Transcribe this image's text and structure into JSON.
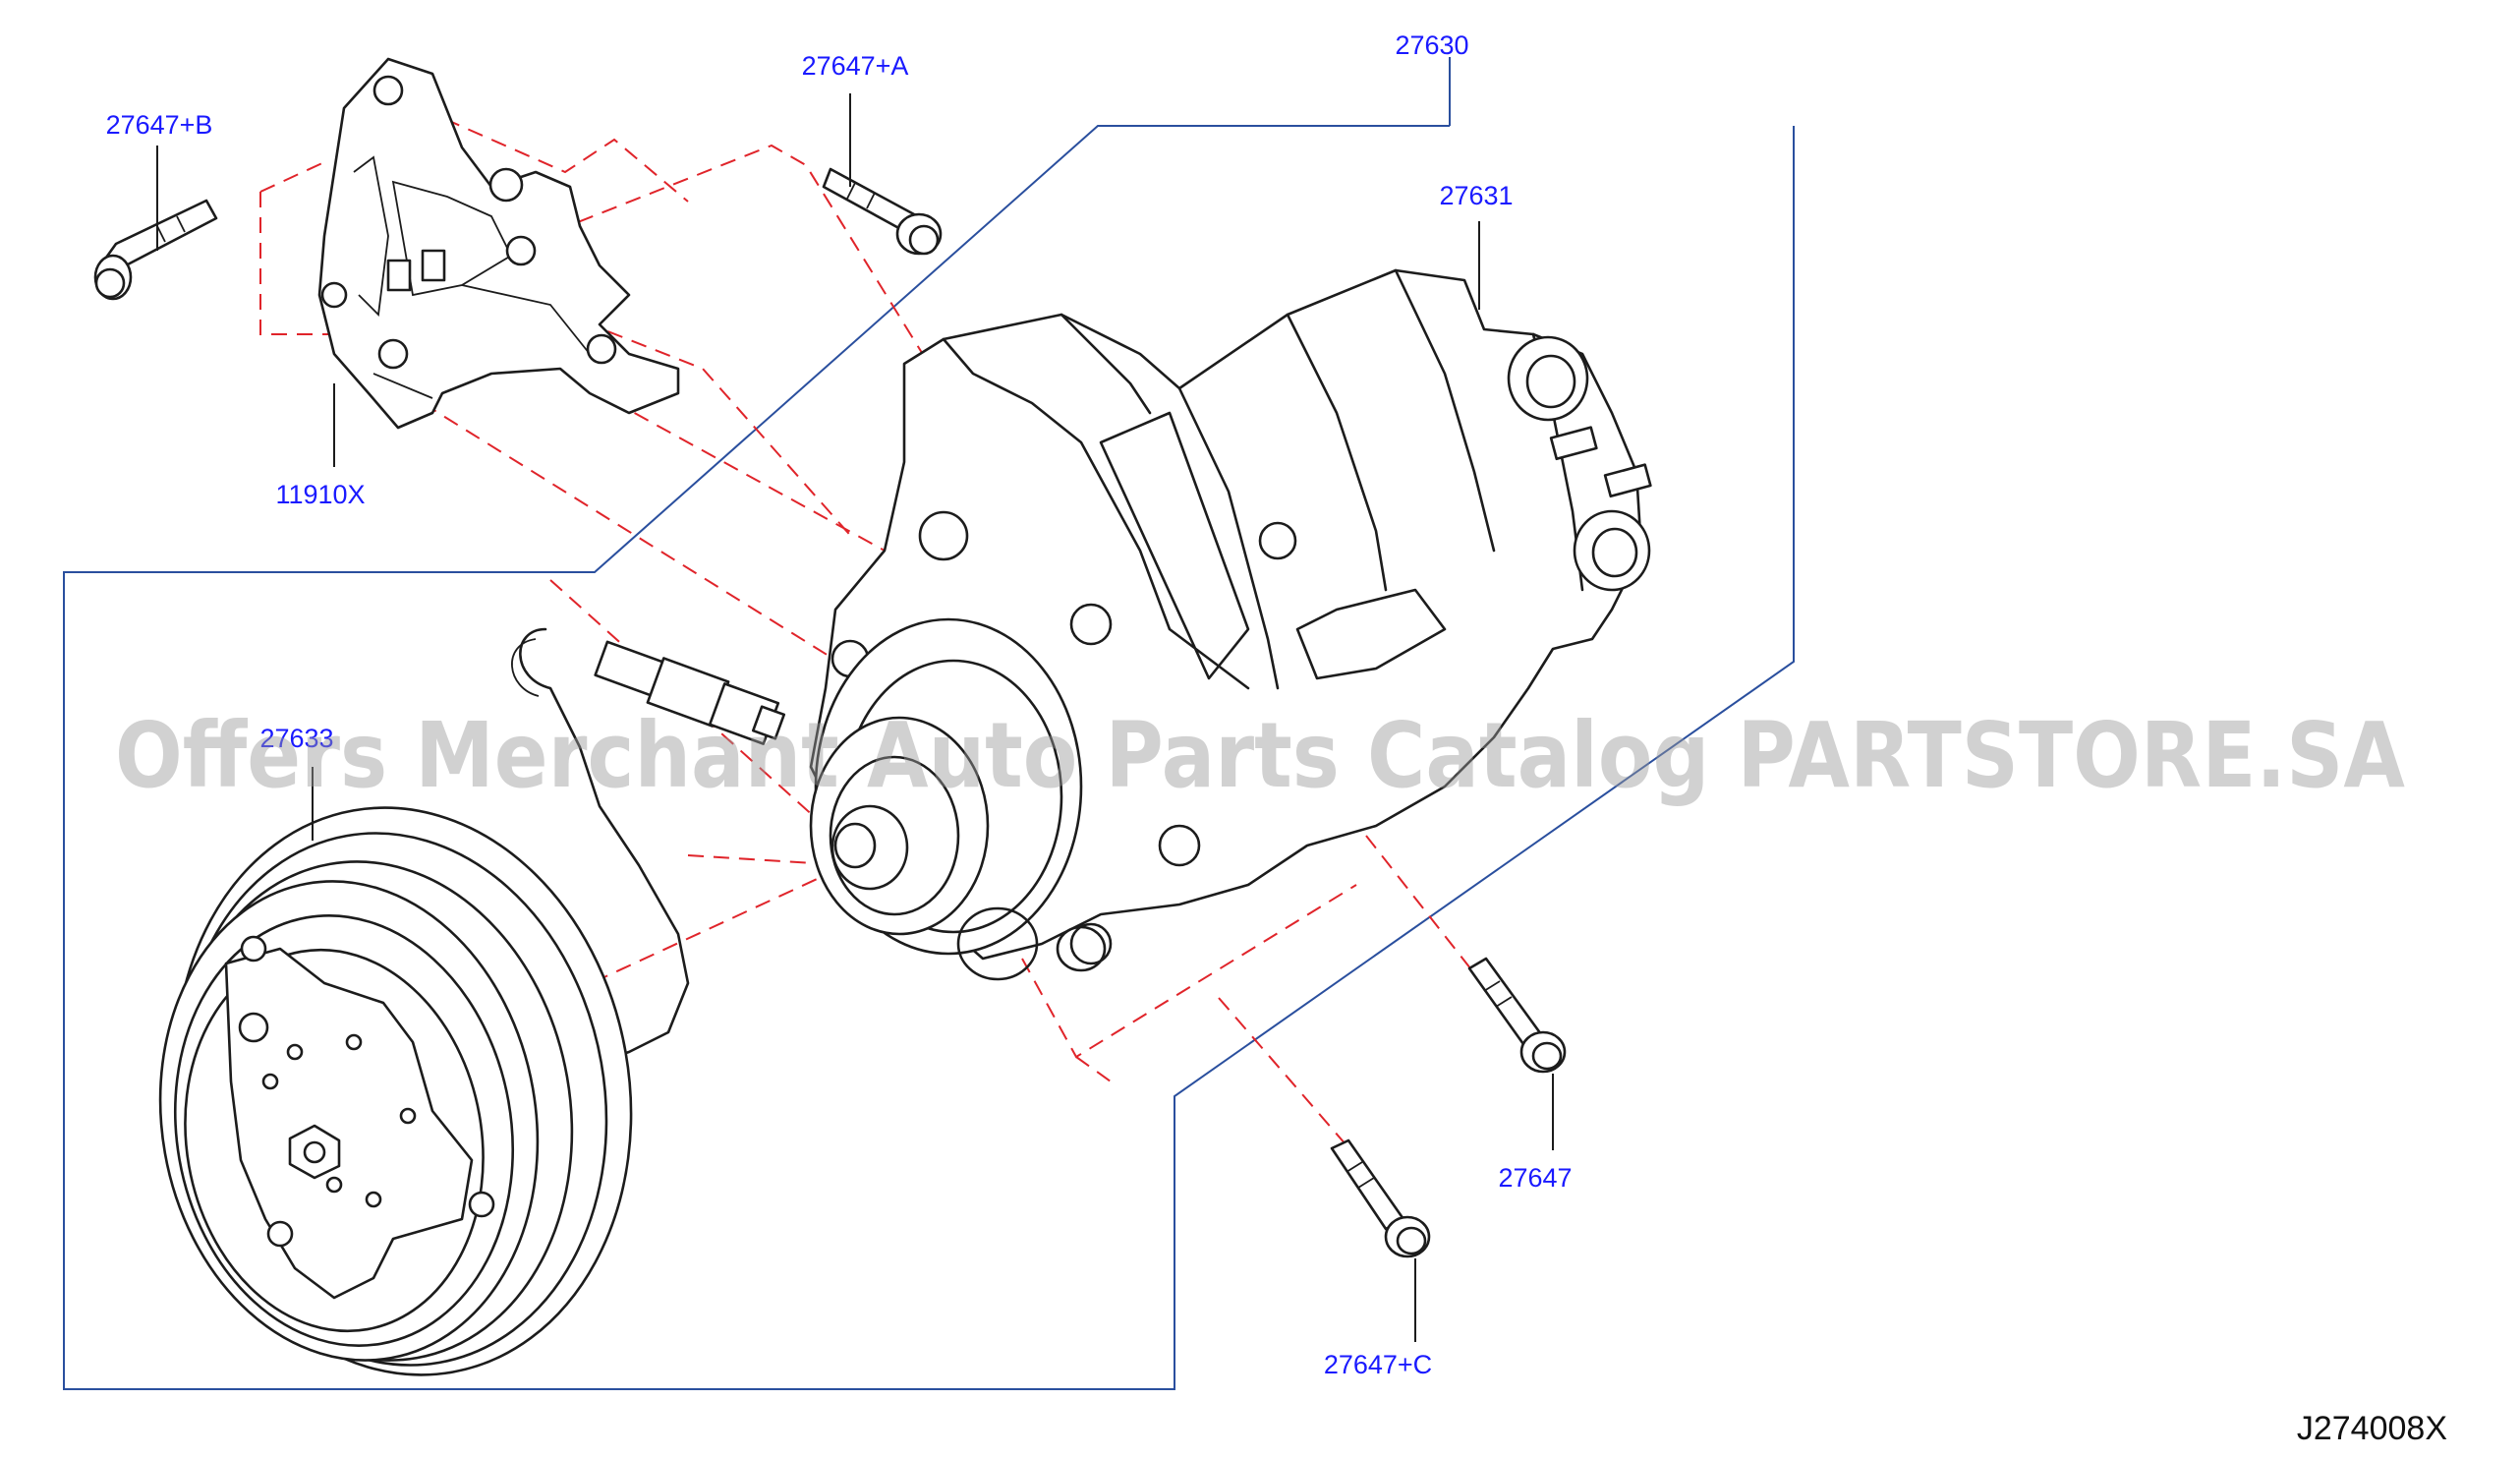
{
  "diagram": {
    "reference_code": "J274008X",
    "watermark": "Offers Merchant Auto Parts Catalog PARTSTORE.SA",
    "colors": {
      "part_label": "#1a1aff",
      "frame_line": "#2a4f9e",
      "dashed_guide": "#e0242a",
      "drawing": "#1c1c1c"
    },
    "labels": {
      "bolt_b": "27647+B",
      "bolt_a": "27647+A",
      "compressor_assembly": "27630",
      "compressor": "27631",
      "bracket": "11910X",
      "clutch": "27633",
      "bolt": "27647",
      "bolt_c": "27647+C"
    }
  }
}
